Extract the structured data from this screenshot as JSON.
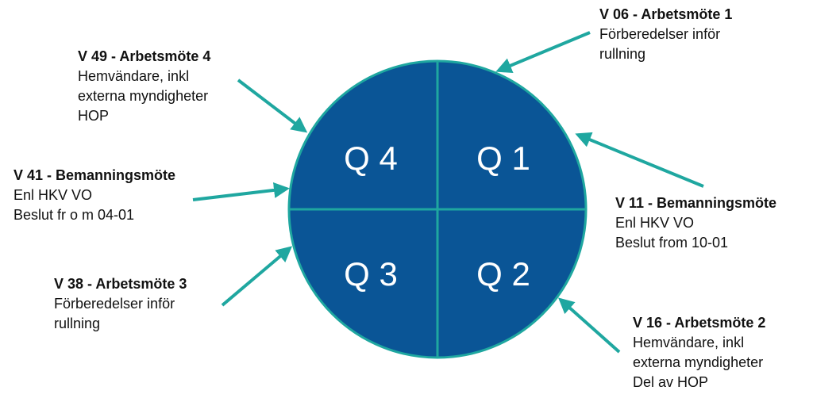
{
  "colors": {
    "circle_fill": "#0a5596",
    "circle_border": "#1fa7a0",
    "divider": "#1fa7a0",
    "arrow": "#1fa7a0",
    "quadrant_text": "#ffffff"
  },
  "quadrants": {
    "q1": "Q 1",
    "q2": "Q 2",
    "q3": "Q 3",
    "q4": "Q 4"
  },
  "annotations": {
    "v06": {
      "title": "V 06 - Arbetsmöte 1",
      "lines": [
        "Förberedelser inför",
        "rullning"
      ]
    },
    "v49": {
      "title": "V 49 - Arbetsmöte 4",
      "lines": [
        "Hemvändare, inkl",
        "externa myndigheter",
        "HOP"
      ]
    },
    "v41": {
      "title": "V 41 - Bemanningsmöte",
      "lines": [
        "Enl HKV VO",
        "Beslut fr o m 04-01"
      ]
    },
    "v11": {
      "title": "V 11 - Bemanningsmöte",
      "lines": [
        "Enl HKV VO",
        "Beslut from 10-01"
      ]
    },
    "v38": {
      "title": "V 38 - Arbetsmöte 3",
      "lines": [
        "Förberedelser inför",
        "rullning"
      ]
    },
    "v16": {
      "title": "V 16 - Arbetsmöte 2",
      "lines": [
        "Hemvändare, inkl",
        "externa myndigheter",
        "Del av HOP"
      ]
    }
  }
}
